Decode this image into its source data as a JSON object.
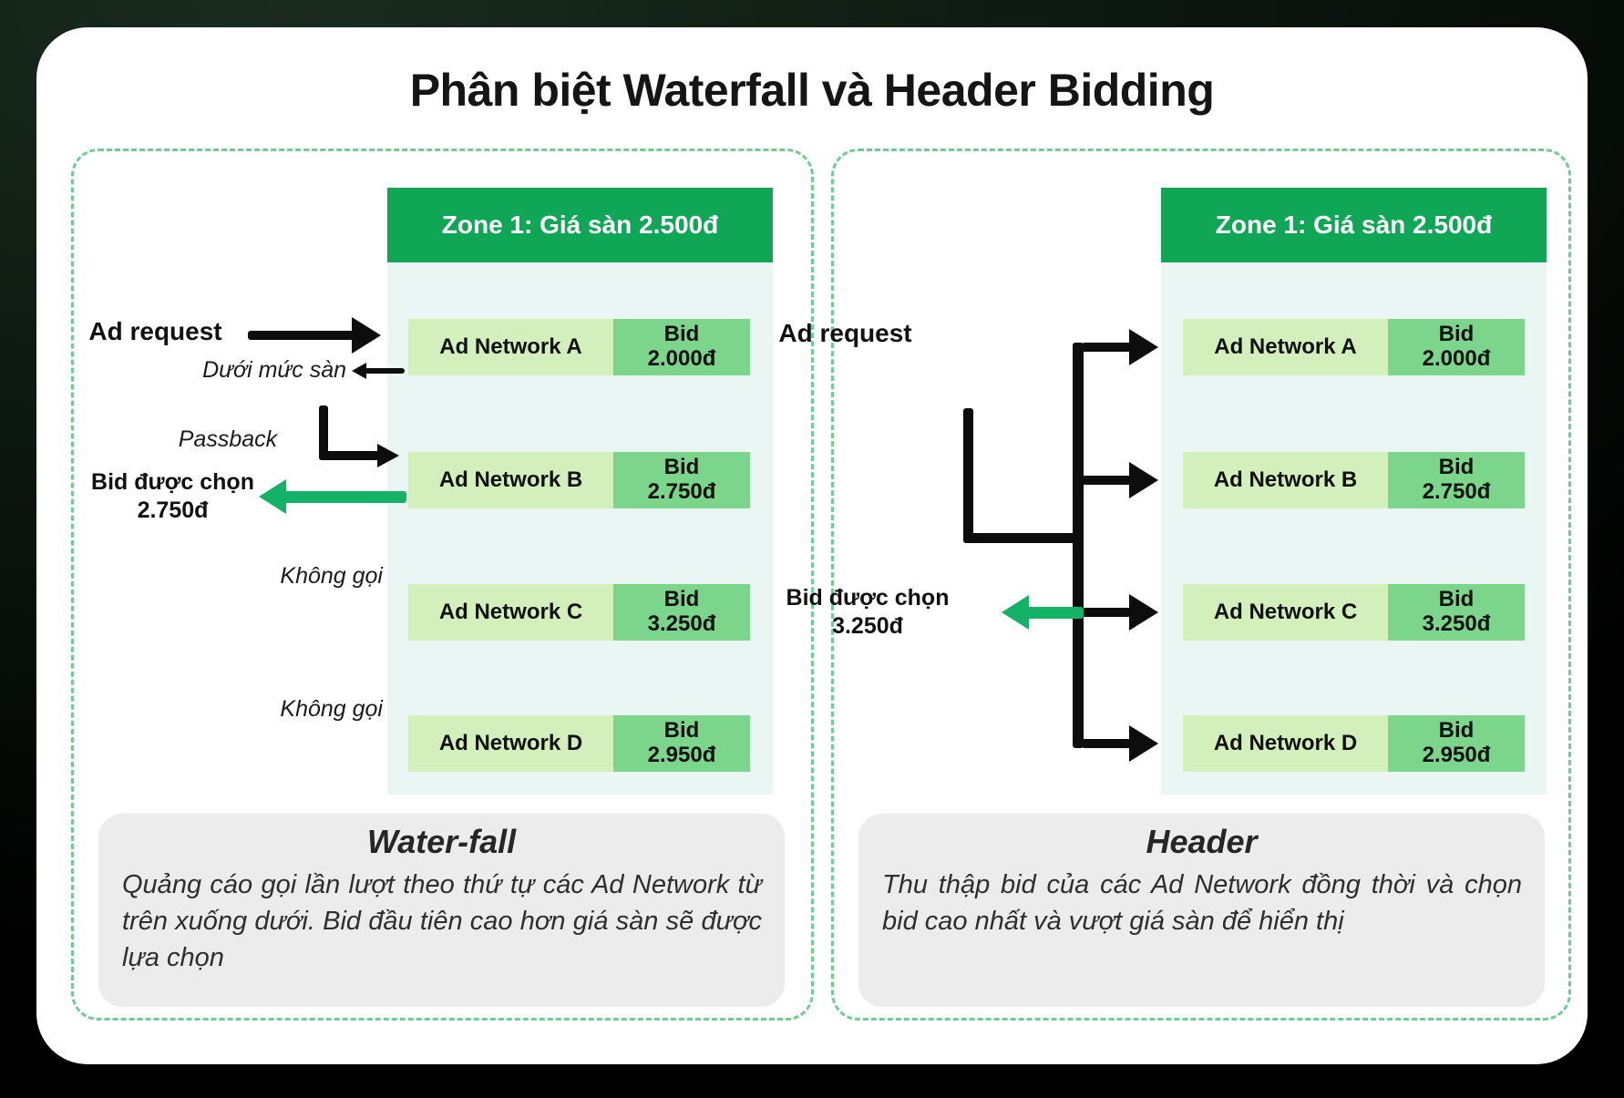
{
  "title": "Phân biệt Waterfall và Header Bidding",
  "colors": {
    "header_green": "#0fa656",
    "bid_green": "#7bd58b",
    "network_green": "#d3efbc",
    "panel_tint": "#e9f6f4",
    "dashed_border": "#6fcd92",
    "arrow_green": "#14b266",
    "arrow_black": "#0d0d0d",
    "summary_gray": "#ececec"
  },
  "panels": [
    {
      "id": "waterfall",
      "zone_header": "Zone 1: Giá sàn 2.500đ",
      "networks": [
        {
          "name": "Ad Network A",
          "bid_label": "Bid",
          "bid_value": "2.000đ"
        },
        {
          "name": "Ad Network B",
          "bid_label": "Bid",
          "bid_value": "2.750đ"
        },
        {
          "name": "Ad Network C",
          "bid_label": "Bid",
          "bid_value": "3.250đ"
        },
        {
          "name": "Ad Network D",
          "bid_label": "Bid",
          "bid_value": "2.950đ"
        }
      ],
      "annotations": {
        "ad_request": "Ad request",
        "below_floor": "Dưới mức sàn",
        "passback": "Passback",
        "chosen_bid_line1": "Bid được chọn",
        "chosen_bid_line2": "2.750đ",
        "not_called": "Không gọi"
      },
      "summary": {
        "title": "Water-fall",
        "description": "Quảng cáo gọi lần lượt theo thứ tự các Ad Network từ trên xuống dưới. Bid đầu tiên cao hơn giá sàn sẽ được lựa chọn"
      }
    },
    {
      "id": "header-bidding",
      "zone_header": "Zone 1: Giá sàn 2.500đ",
      "networks": [
        {
          "name": "Ad Network A",
          "bid_label": "Bid",
          "bid_value": "2.000đ"
        },
        {
          "name": "Ad Network B",
          "bid_label": "Bid",
          "bid_value": "2.750đ"
        },
        {
          "name": "Ad Network C",
          "bid_label": "Bid",
          "bid_value": "3.250đ"
        },
        {
          "name": "Ad Network D",
          "bid_label": "Bid",
          "bid_value": "2.950đ"
        }
      ],
      "annotations": {
        "ad_request": "Ad request",
        "chosen_bid_line1": "Bid được chọn",
        "chosen_bid_line2": "3.250đ"
      },
      "summary": {
        "title": "Header",
        "description": "Thu thập bid của các Ad Network đồng thời và chọn bid cao nhất và vượt giá sàn để hiển thị"
      }
    }
  ]
}
